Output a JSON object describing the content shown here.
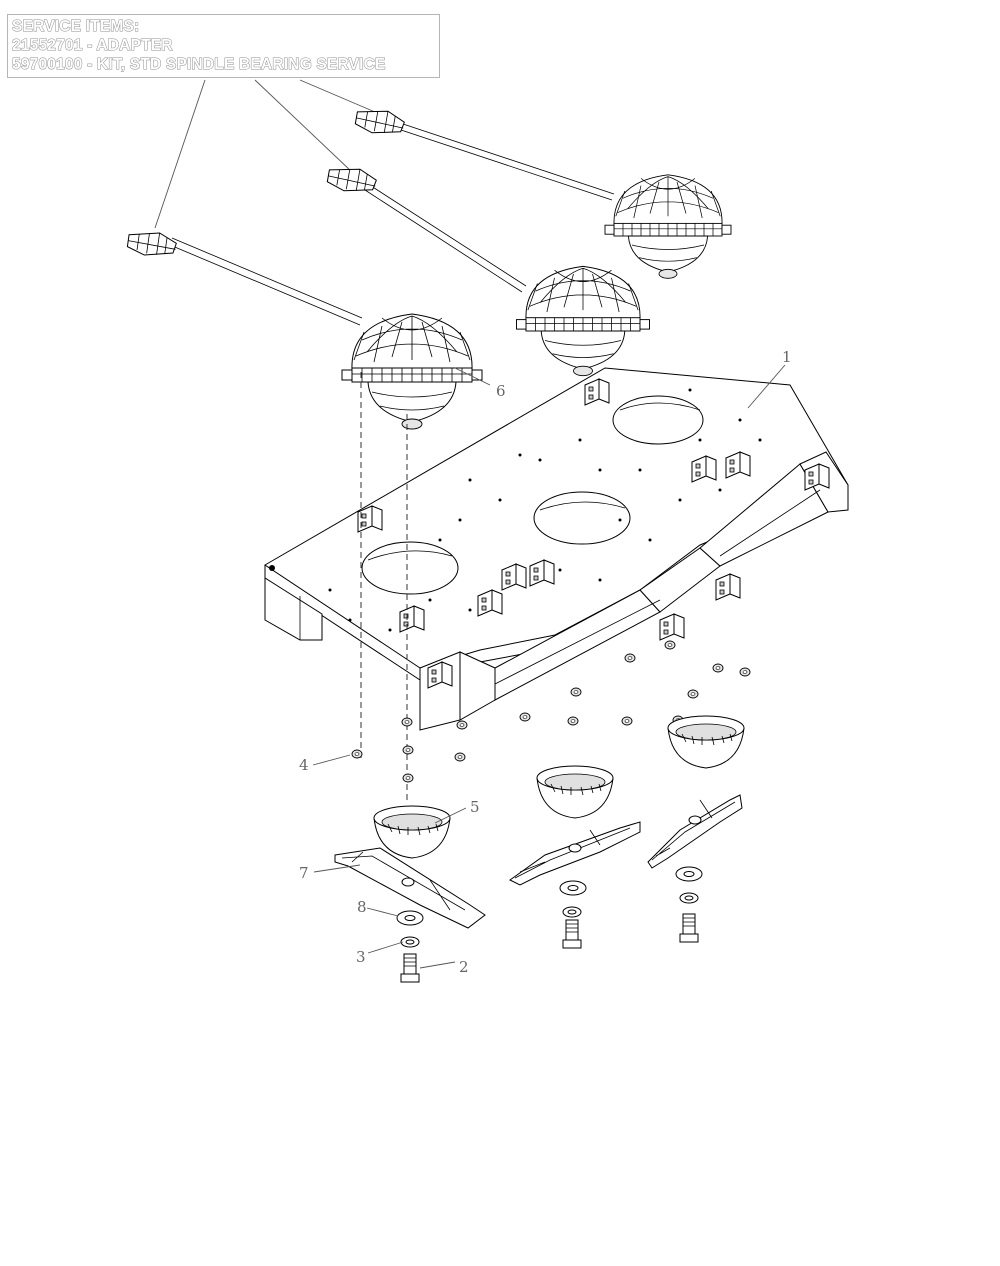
{
  "service_items": {
    "header": "SERVICE ITEMS:",
    "items": [
      "21552701 - ADAPTER",
      "59700100 - KIT, STD SPINDLE BEARING SERVICE"
    ]
  },
  "callouts": [
    "1",
    "2",
    "3",
    "4",
    "5",
    "6",
    "7",
    "8"
  ]
}
